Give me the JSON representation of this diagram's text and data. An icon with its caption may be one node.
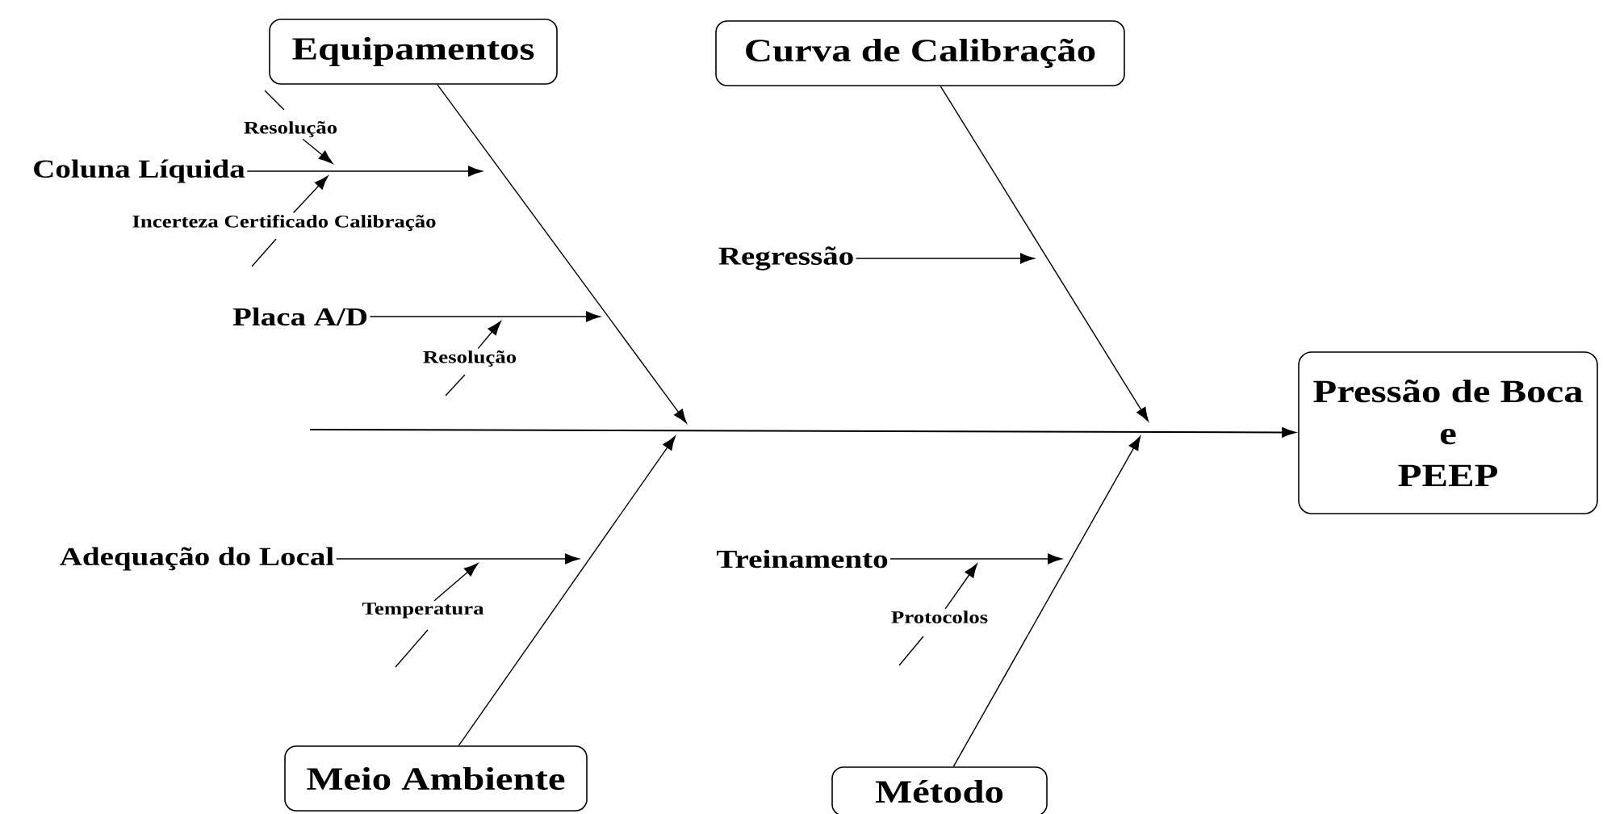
{
  "diagram": {
    "nodes": [
      {
        "text": [
          "Equipamentos"
        ]
      },
      {
        "text": [
          "Curva de Calibração"
        ]
      },
      {
        "text": [
          "Pressão de Boca e PEEP"
        ]
      },
      {
        "text": [
          "Meio Ambiente"
        ]
      },
      {
        "text": [
          "Método"
        ]
      },
      {
        "text": [
          "Coluna Líquida"
        ]
      },
      {
        "text": [
          "Placa A/D"
        ]
      },
      {
        "text": [
          "Regressão"
        ]
      },
      {
        "text": [
          "Adequação do Local"
        ]
      },
      {
        "text": [
          "Treinamento"
        ]
      },
      {
        "text": [
          "Resolução"
        ]
      },
      {
        "text": [
          "Incerteza Certificado Calibração"
        ]
      },
      {
        "text": [
          "Resolução"
        ]
      },
      {
        "text": [
          "Temperatura"
        ]
      },
      {
        "text": [
          "Protocolos"
        ]
      }
    ],
    "edges": [
      {
        "from": null,
        "to": 2,
        "arrow": "to"
      },
      {
        "from": 0,
        "to": null,
        "arrow": "to"
      },
      {
        "from": 1,
        "to": null,
        "arrow": "to"
      },
      {
        "from": 3,
        "to": null,
        "arrow": "to"
      },
      {
        "from": 4,
        "to": null,
        "arrow": "to"
      },
      {
        "from": 5,
        "to": null,
        "arrow": "to"
      },
      {
        "from": 6,
        "to": null,
        "arrow": "to"
      },
      {
        "from": 7,
        "to": null,
        "arrow": "to"
      },
      {
        "from": 8,
        "to": null,
        "arrow": "to"
      },
      {
        "from": 9,
        "to": null,
        "arrow": "to"
      },
      {
        "from": 10,
        "to": null,
        "arrow": "to"
      },
      {
        "from": 11,
        "to": null,
        "arrow": "to"
      },
      {
        "from": 12,
        "to": null,
        "arrow": "to"
      },
      {
        "from": 13,
        "to": null,
        "arrow": "to"
      },
      {
        "from": 14,
        "to": null,
        "arrow": "to"
      }
    ]
  }
}
